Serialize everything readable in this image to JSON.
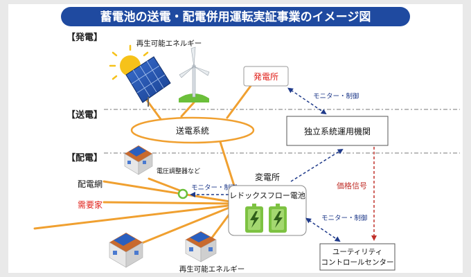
{
  "title": "蓄電池の送電・配電併用運転実証事業のイメージ図",
  "sections": {
    "generation": "【発電】",
    "transmission": "【送電】",
    "distribution": "【配電】"
  },
  "generation": {
    "renewable_label": "再生可能エネルギー",
    "power_plant": "発電所"
  },
  "transmission": {
    "grid": "送電系統",
    "operator": "独立系統運用機関"
  },
  "distribution": {
    "voltage_regulator": "電圧調整器など",
    "network": "配電網",
    "consumers": "需要家",
    "substation": "変電所",
    "battery": "レドックスフロー電池",
    "utility_center_line1": "ユーティリティ",
    "utility_center_line2": "コントロールセンター",
    "renewable_bottom": "再生可能エネルギー"
  },
  "links": {
    "monitor_control_1": "モニター・制御",
    "monitor_control_2": "モニター・制御",
    "monitor_control_3": "モニター・制御",
    "price_signal": "価格信号"
  },
  "colors": {
    "title_bg": "#1f4aa0",
    "line_orange": "#f0a030",
    "dash_blue": "#1f3a8a",
    "dash_red": "#c0302a",
    "power_plant_text": "#e0201a",
    "consumer_text": "#e0201a",
    "price_text": "#c0302a",
    "battery_green": "#7dc242",
    "sun_yellow": "#f6c21a"
  }
}
